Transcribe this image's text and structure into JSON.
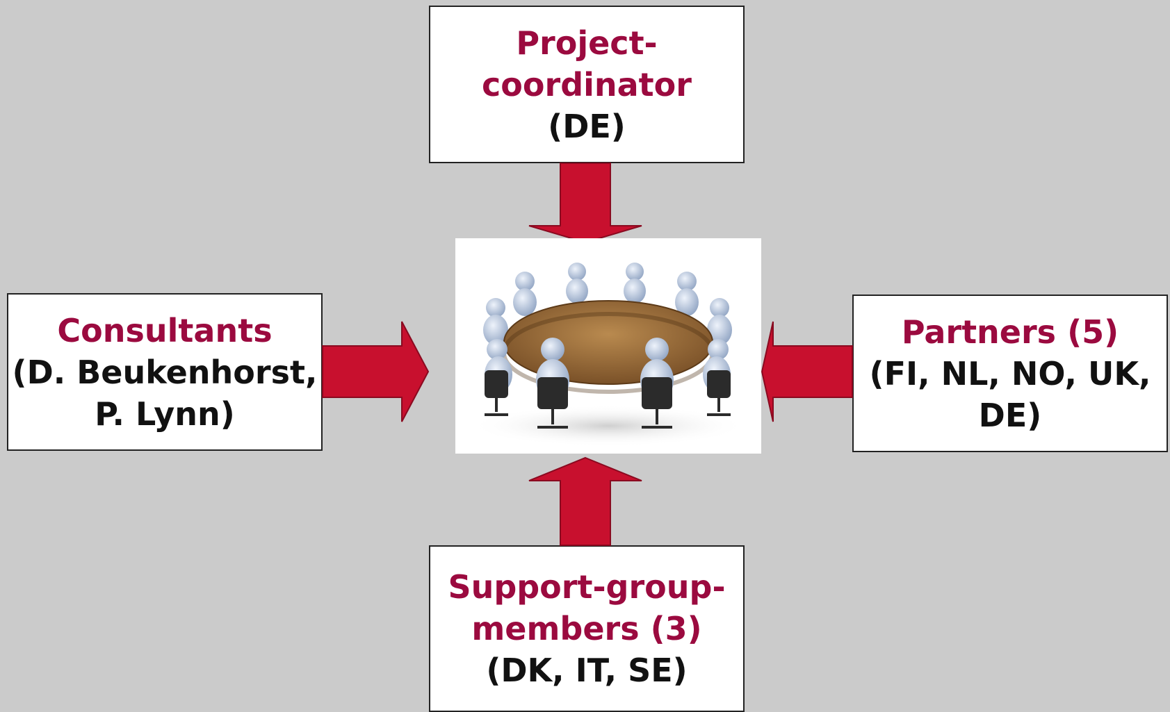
{
  "colors": {
    "background": "#cbcbcb",
    "role_text": "#9b0a3f",
    "arrow_fill": "#c8102e",
    "box_border": "#222222"
  },
  "top_box": {
    "role": "Project-coordinator",
    "role_line1": "Project-",
    "role_line2": "coordinator",
    "detail": "(DE)"
  },
  "left_box": {
    "role": "Consultants",
    "detail_line1": "(D. Beukenhorst,",
    "detail_line2": "P. Lynn)"
  },
  "right_box": {
    "role": "Partners (5)",
    "detail": "(FI, NL, NO, UK, DE)"
  },
  "bottom_box": {
    "role_line1": "Support-group-",
    "role_line2": "members (3)",
    "detail": "(DK, IT, SE)"
  },
  "center_image": {
    "icon": "round-table-meeting-icon"
  }
}
